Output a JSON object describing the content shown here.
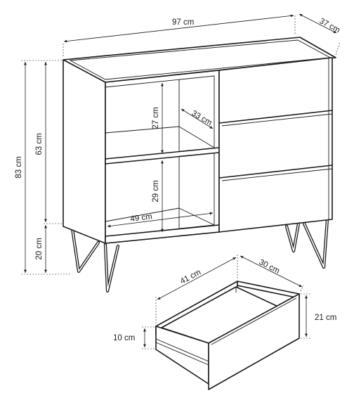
{
  "dimensions": {
    "cabinet_width": "97 cm",
    "cabinet_depth": "37 cm",
    "total_height": "83 cm",
    "body_height": "63 cm",
    "leg_height": "20 cm",
    "upper_shelf_height": "27 cm",
    "lower_shelf_height": "29 cm",
    "shelf_depth": "33 cm",
    "inner_width": "49 cm",
    "drawer_width": "41 cm",
    "drawer_depth": "30 cm",
    "drawer_front_height": "21 cm",
    "drawer_box_height": "10 cm"
  }
}
